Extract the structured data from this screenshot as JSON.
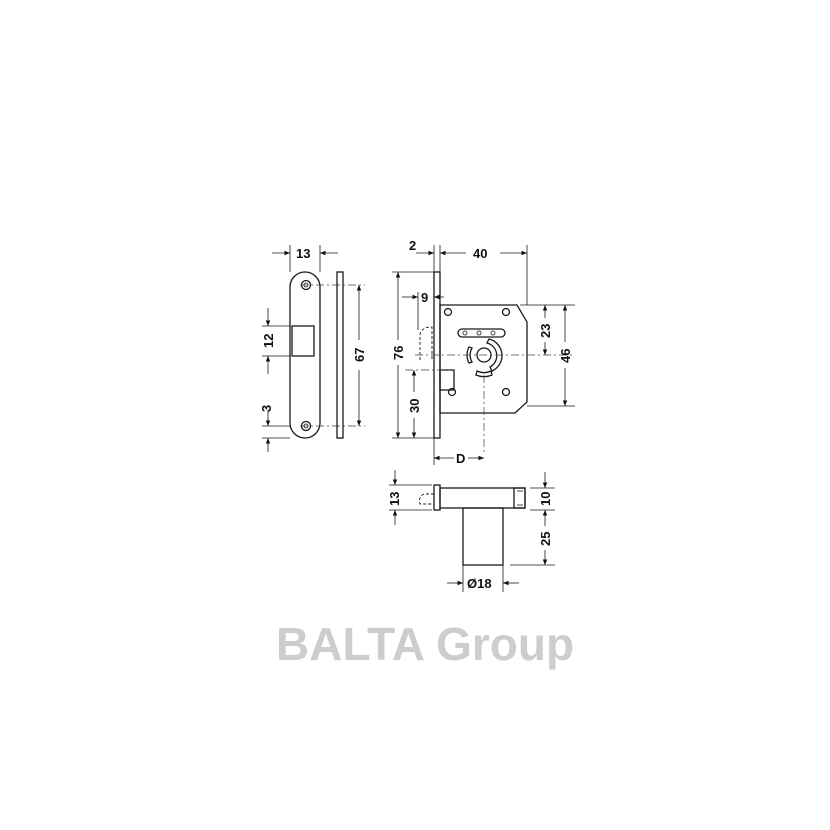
{
  "watermark": "BALTA Group",
  "strike_plate": {
    "width": "13",
    "opening_height": "12",
    "hole_offset": "3",
    "hole_spacing": "67"
  },
  "lock_body": {
    "faceplate_thickness": "2",
    "body_depth": "40",
    "faceplate_height": "76",
    "latch_projection": "9",
    "key_center_height": "23",
    "body_height": "46",
    "bolt_height": "30",
    "backset": "D"
  },
  "cylinder_view": {
    "flange_height": "13",
    "body_height": "10",
    "cylinder_length": "25",
    "cylinder_diameter": "Ø18"
  }
}
